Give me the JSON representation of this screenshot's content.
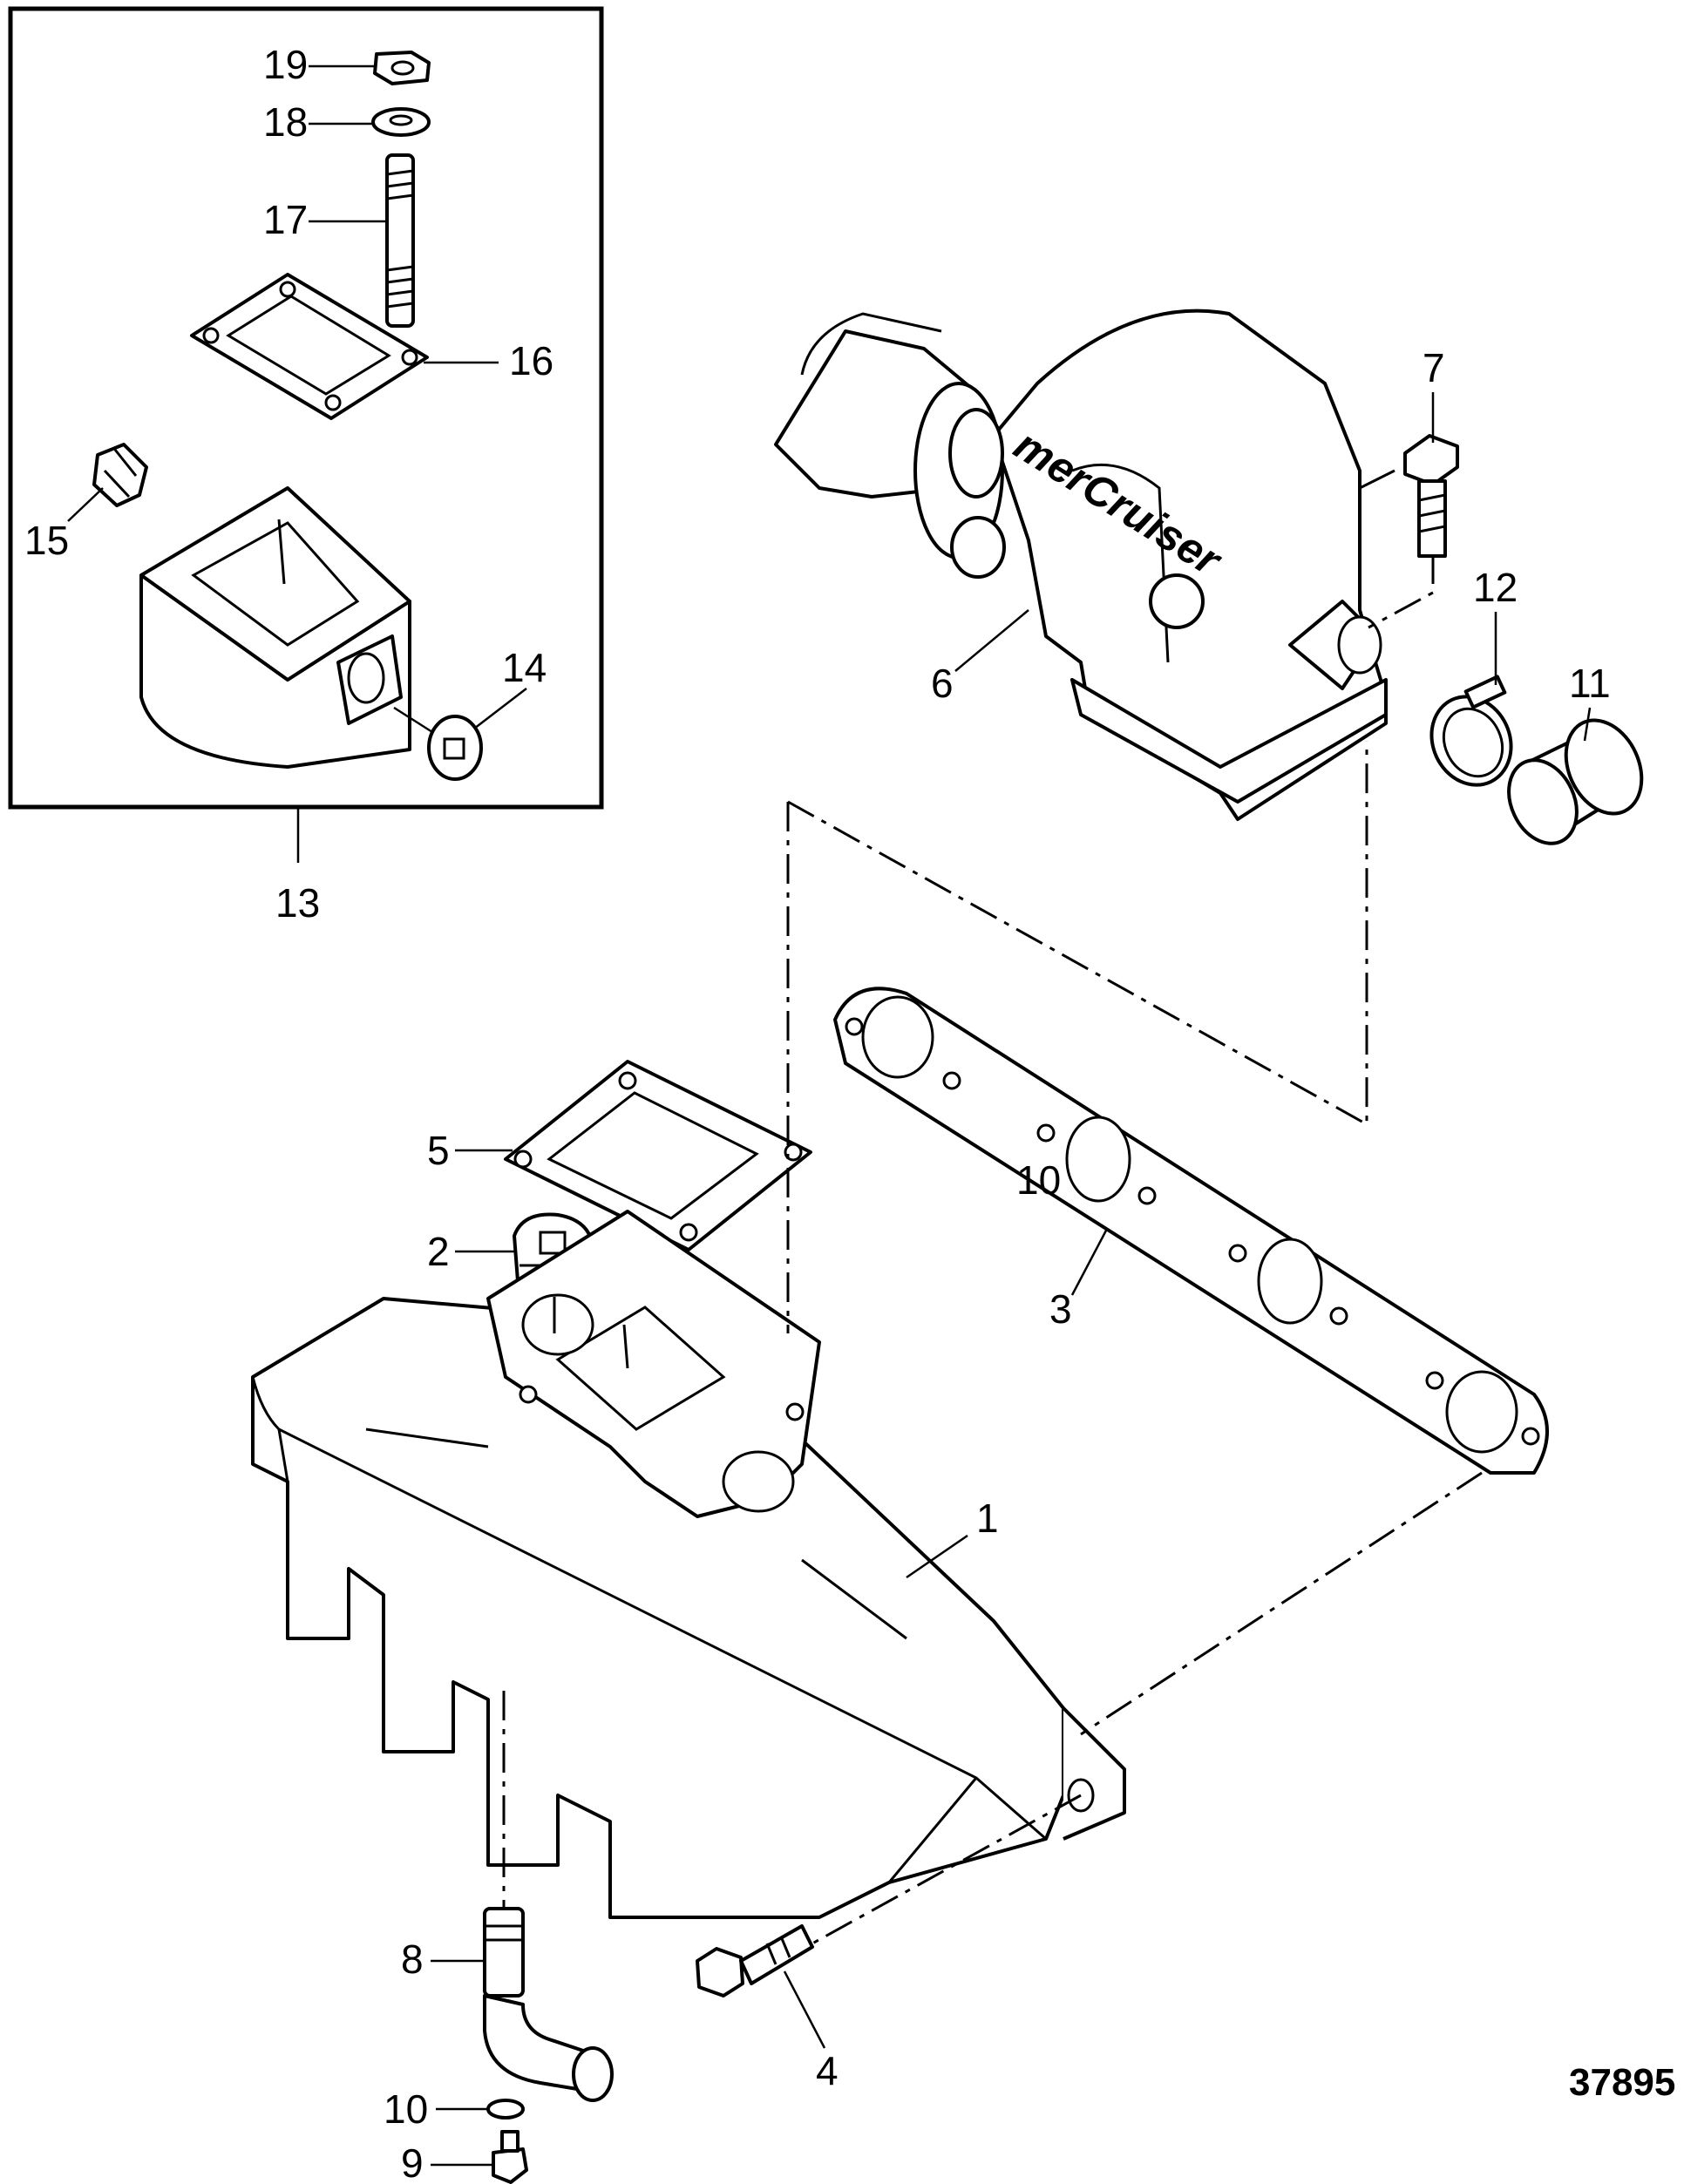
{
  "diagram": {
    "figure_number": "37895",
    "parts": [
      {
        "key": "p1",
        "label": "1"
      },
      {
        "key": "p2",
        "label": "2"
      },
      {
        "key": "p3",
        "label": "3"
      },
      {
        "key": "p4",
        "label": "4"
      },
      {
        "key": "p5",
        "label": "5"
      },
      {
        "key": "p6",
        "label": "6"
      },
      {
        "key": "p7",
        "label": "7"
      },
      {
        "key": "p8",
        "label": "8"
      },
      {
        "key": "p9",
        "label": "9"
      },
      {
        "key": "p10a",
        "label": "10"
      },
      {
        "key": "p10b",
        "label": "10"
      },
      {
        "key": "p11",
        "label": "11"
      },
      {
        "key": "p12",
        "label": "12"
      },
      {
        "key": "p13",
        "label": "13"
      },
      {
        "key": "p14",
        "label": "14"
      },
      {
        "key": "p15",
        "label": "15"
      },
      {
        "key": "p16",
        "label": "16"
      },
      {
        "key": "p17",
        "label": "17"
      },
      {
        "key": "p18",
        "label": "18"
      },
      {
        "key": "p19",
        "label": "19"
      }
    ],
    "brand_logo_text": "merCruiser"
  }
}
